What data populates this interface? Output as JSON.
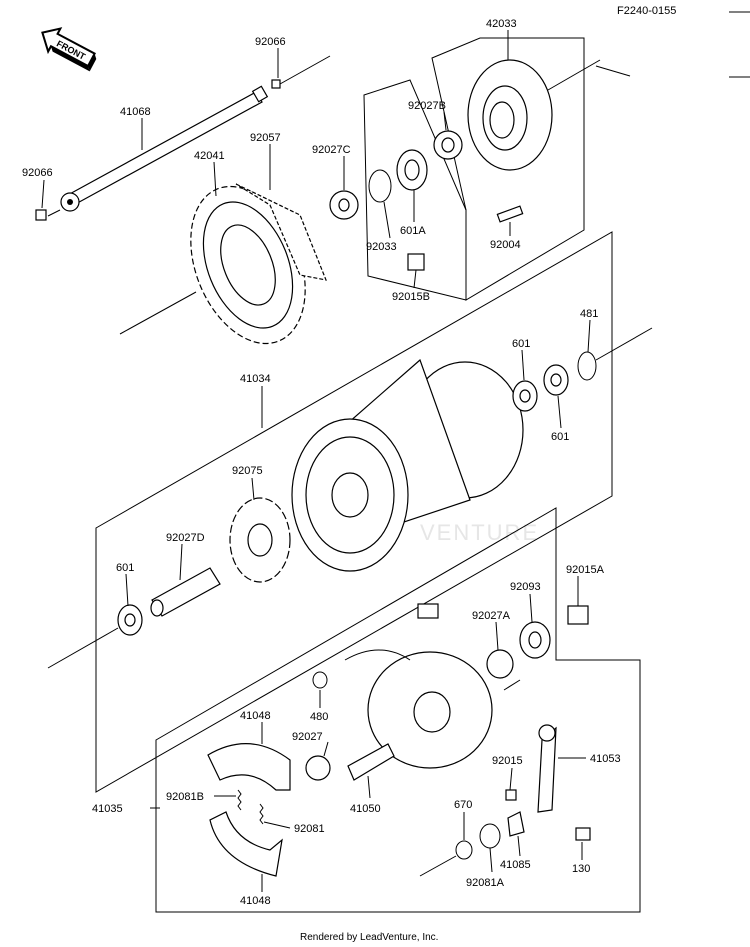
{
  "code": "F2240-0155",
  "front_label": "FRONT",
  "footer": "Rendered by LeadVenture, Inc.",
  "watermark": "VENTURE",
  "callouts": {
    "c92066_top": "92066",
    "c92066_left": "92066",
    "c41068": "41068",
    "c42041": "42041",
    "c92057": "92057",
    "c42033": "42033",
    "c92027B": "92027B",
    "c92027C": "92027C",
    "c92033": "92033",
    "c601A": "601A",
    "c92004": "92004",
    "c92015B": "92015B",
    "c601_top": "601",
    "c481": "481",
    "c601_right": "601",
    "c41034": "41034",
    "c92075": "92075",
    "c92027D": "92027D",
    "c601_left": "601",
    "c92093": "92093",
    "c92015A": "92015A",
    "c92027A": "92027A",
    "c480": "480",
    "c41048_top": "41048",
    "c92027": "92027",
    "c92081B": "92081B",
    "c41035": "41035",
    "c92081": "92081",
    "c41048_bottom": "41048",
    "c41050": "41050",
    "c92015": "92015",
    "c41053": "41053",
    "c670": "670",
    "c41085": "41085",
    "c92081A": "92081A",
    "c130": "130"
  }
}
